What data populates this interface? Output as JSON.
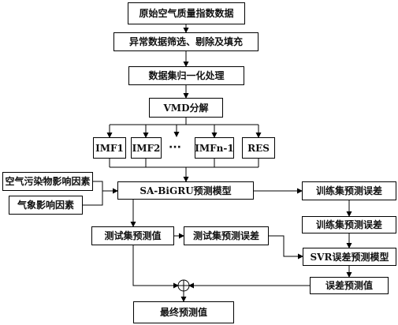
{
  "nodes": {
    "raw_aqi": "原始空气质量指数数据",
    "clean": "异常数据筛选、剔除及填充",
    "normalize": "数据集归一化处理",
    "vmd": "VMD分解",
    "imf1": "IMF1",
    "imf2": "IMF2",
    "ellipsis": "···",
    "imfn1": "IMFn-1",
    "res": "RES",
    "pollutant": "空气污染物影响因素",
    "weather": "气象影响因素",
    "sa_bigru": "SA-BiGRU预测模型",
    "train_error": "训练集预测误差",
    "train_error_2": "训练集预测误差",
    "test_pred": "测试集预测值",
    "test_error": "测试集预测误差",
    "svr": "SVR误差预测模型",
    "error_pred": "误差预测值",
    "final": "最终预测值"
  }
}
